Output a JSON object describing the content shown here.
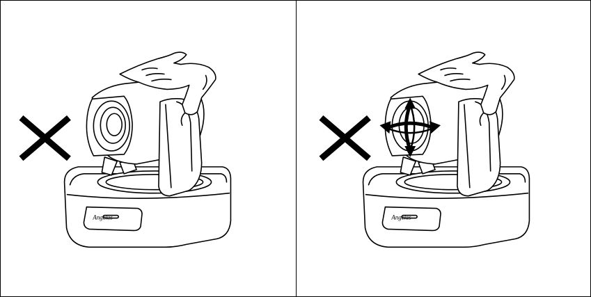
{
  "panels": [
    {
      "id": "left",
      "action": "lift-camera-by-head",
      "status": "prohibited",
      "brand_label": "Angekis"
    },
    {
      "id": "right",
      "action": "rotate-lens-by-hand",
      "status": "prohibited",
      "brand_label": "Angekis"
    }
  ],
  "colors": {
    "line": "#000000",
    "background": "#ffffff"
  },
  "icons": [
    "cross-mark-icon",
    "ptz-camera-icon",
    "hand-icon",
    "rotation-arrows-icon"
  ]
}
